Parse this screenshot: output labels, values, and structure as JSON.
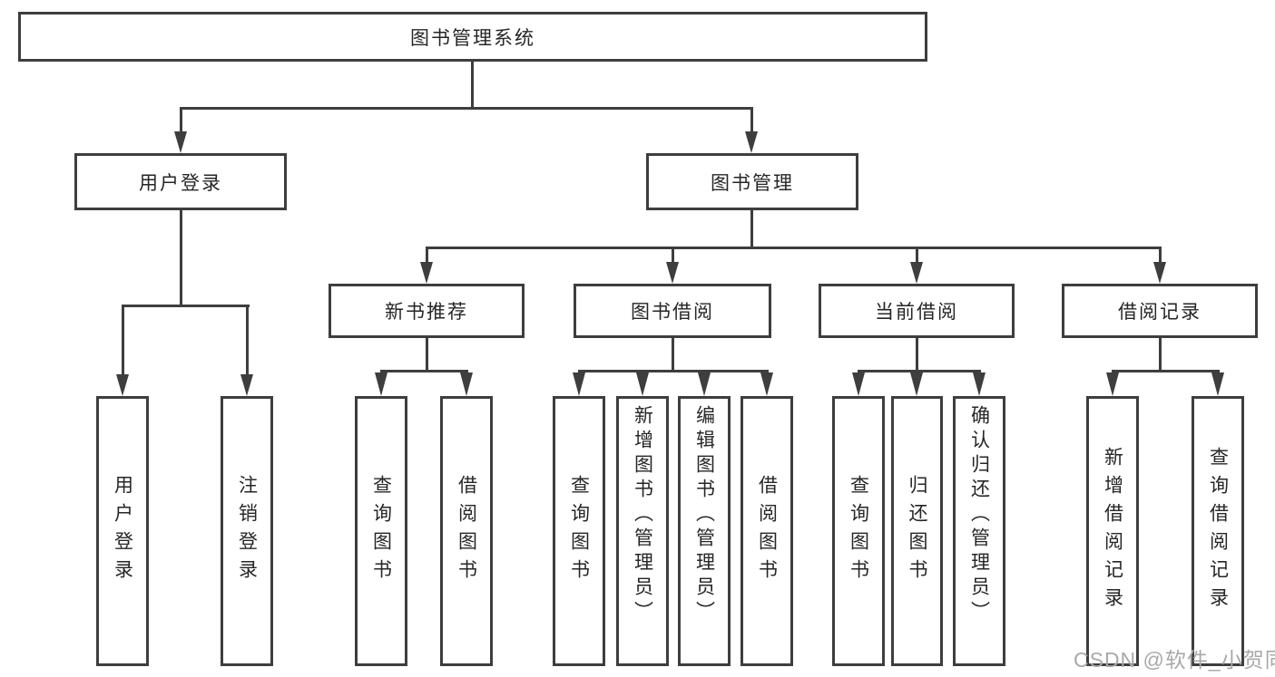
{
  "tree": {
    "root": {
      "label": "图书管理系统"
    },
    "branches": [
      {
        "label": "用户登录",
        "children": [
          {
            "label": "用户登录"
          },
          {
            "label": "注销登录"
          }
        ]
      },
      {
        "label": "图书管理",
        "sections": [
          {
            "label": "新书推荐",
            "children": [
              {
                "label": "查询图书"
              },
              {
                "label": "借阅图书"
              }
            ]
          },
          {
            "label": "图书借阅",
            "children": [
              {
                "label": "查询图书"
              },
              {
                "label": "新增图书（管理员）"
              },
              {
                "label": "编辑图书（管理员）"
              },
              {
                "label": "借阅图书"
              }
            ]
          },
          {
            "label": "当前借阅",
            "children": [
              {
                "label": "查询图书"
              },
              {
                "label": "归还图书"
              },
              {
                "label": "确认归还（管理员）"
              }
            ]
          },
          {
            "label": "借阅记录",
            "children": [
              {
                "label": "新增借阅记录"
              },
              {
                "label": "查询借阅记录"
              }
            ]
          }
        ]
      }
    ]
  },
  "watermark": "CSDN @软件_小贺同学",
  "colors": {
    "line": "#3e3e3e",
    "text": "#262626",
    "watermark_gray": "#a9a9a9",
    "background": "#ffffff"
  }
}
